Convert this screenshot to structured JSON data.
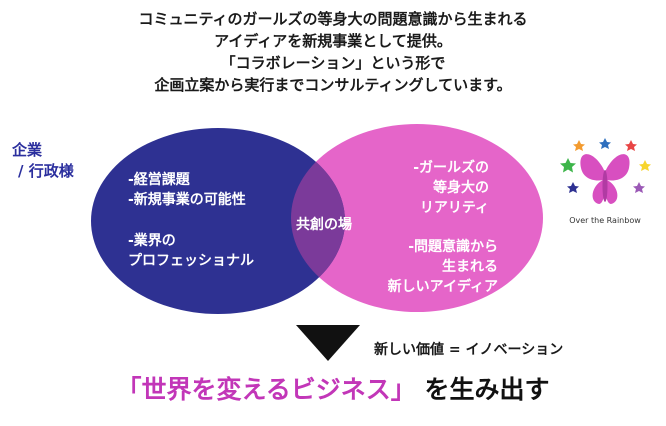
{
  "intro": {
    "lines": [
      "コミュニティのガールズの等身大の問題意識から生まれる",
      "アイディアを新規事業として提供。",
      "「コラボレーション」という形で",
      "企画立案から実行までコンサルティングしています。"
    ]
  },
  "client_label": {
    "line1": "企業",
    "line2": "/ 行政様"
  },
  "left_circle": {
    "group1": [
      "-経営課題",
      "-新規事業の可能性"
    ],
    "group2": [
      "-業界の",
      "プロフェッショナル"
    ],
    "color": "#2e3192"
  },
  "right_circle": {
    "group1": [
      "-ガールズの",
      "等身大の",
      "リアリティ"
    ],
    "group2": [
      "-問題意識から",
      "生まれる",
      "新しいアイディア"
    ],
    "color": "#e060c8"
  },
  "overlap_label": "共創の場",
  "logo": {
    "text": "Over the Rainbow",
    "icon": "butterfly-icon"
  },
  "arrow_icon": "down-triangle-icon",
  "new_value": "新しい価値 = イノベーション",
  "slogan": {
    "highlight": "「世界を変えるビジネス」",
    "rest": " を生み出す",
    "highlight_color": "#c236b8"
  }
}
